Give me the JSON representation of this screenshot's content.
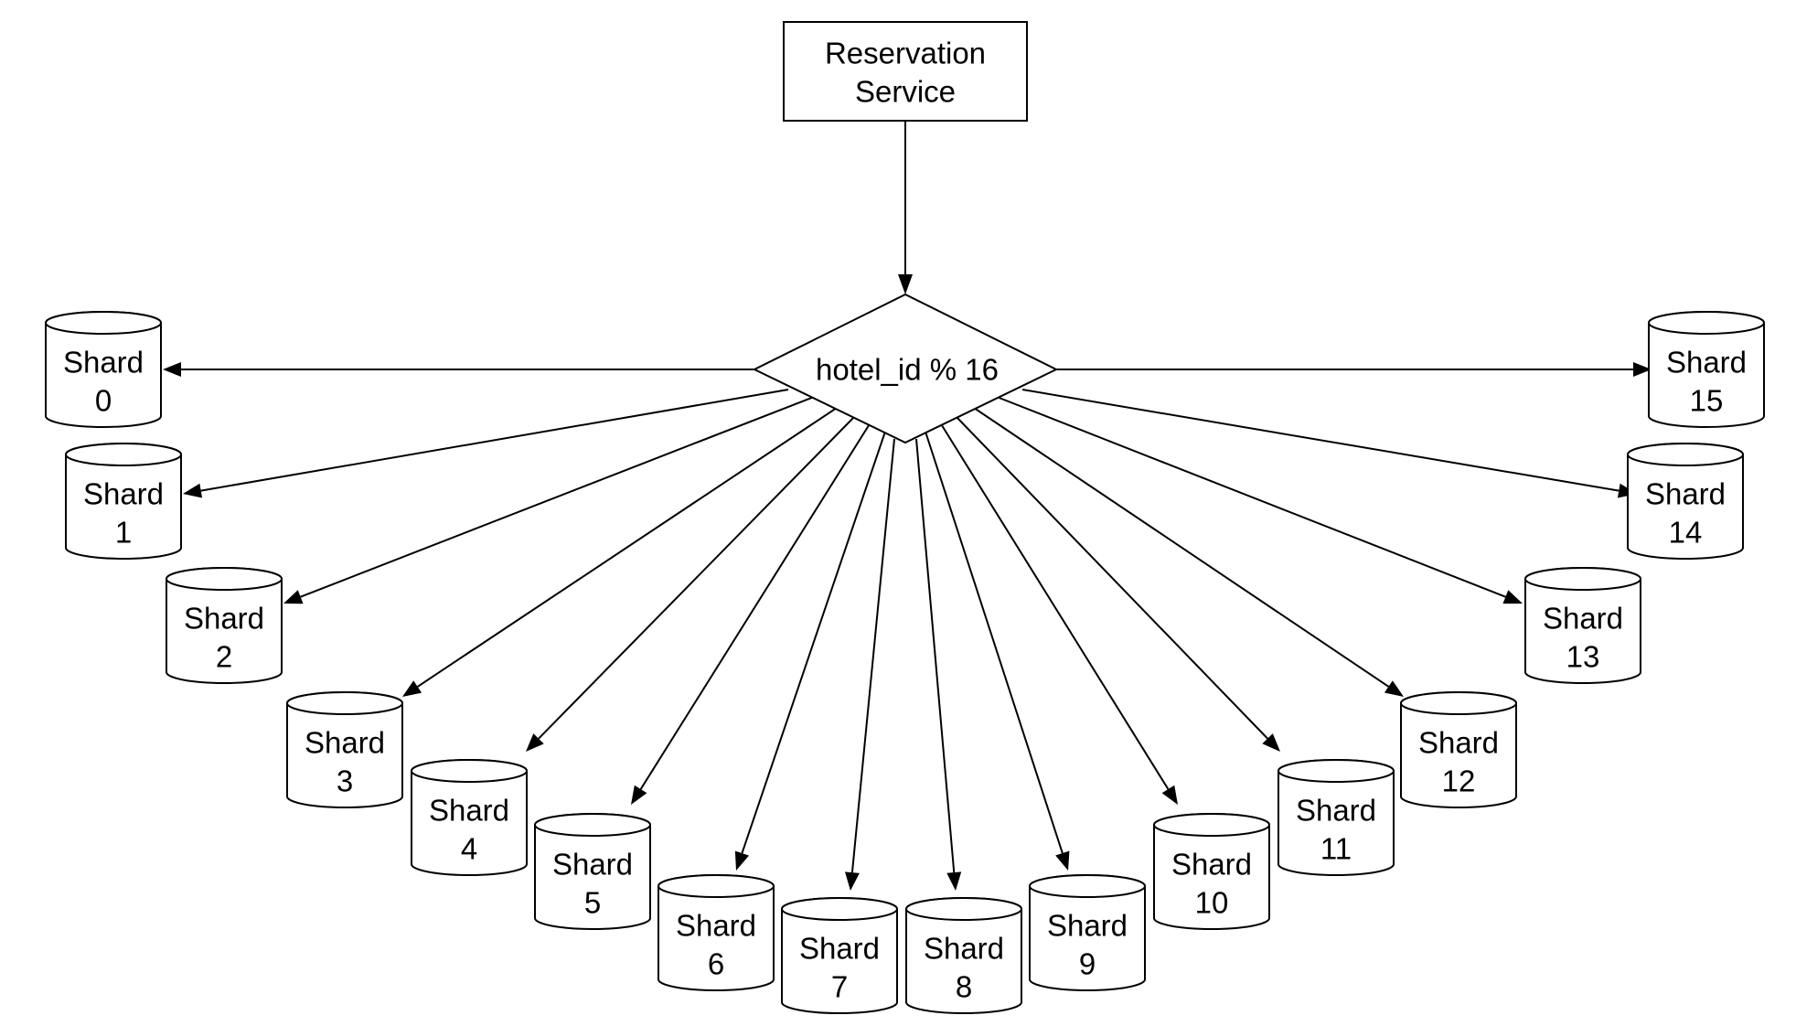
{
  "service": {
    "lines": [
      "Reservation",
      "Service"
    ]
  },
  "router": {
    "label": "hotel_id % 16"
  },
  "shards": [
    {
      "label": "Shard",
      "number": "0"
    },
    {
      "label": "Shard",
      "number": "1"
    },
    {
      "label": "Shard",
      "number": "2"
    },
    {
      "label": "Shard",
      "number": "3"
    },
    {
      "label": "Shard",
      "number": "4"
    },
    {
      "label": "Shard",
      "number": "5"
    },
    {
      "label": "Shard",
      "number": "6"
    },
    {
      "label": "Shard",
      "number": "7"
    },
    {
      "label": "Shard",
      "number": "8"
    },
    {
      "label": "Shard",
      "number": "9"
    },
    {
      "label": "Shard",
      "number": "10"
    },
    {
      "label": "Shard",
      "number": "11"
    },
    {
      "label": "Shard",
      "number": "12"
    },
    {
      "label": "Shard",
      "number": "13"
    },
    {
      "label": "Shard",
      "number": "14"
    },
    {
      "label": "Shard",
      "number": "15"
    }
  ],
  "colors": {
    "stroke": "#000000",
    "fill": "#ffffff",
    "background": "#ffffff"
  }
}
